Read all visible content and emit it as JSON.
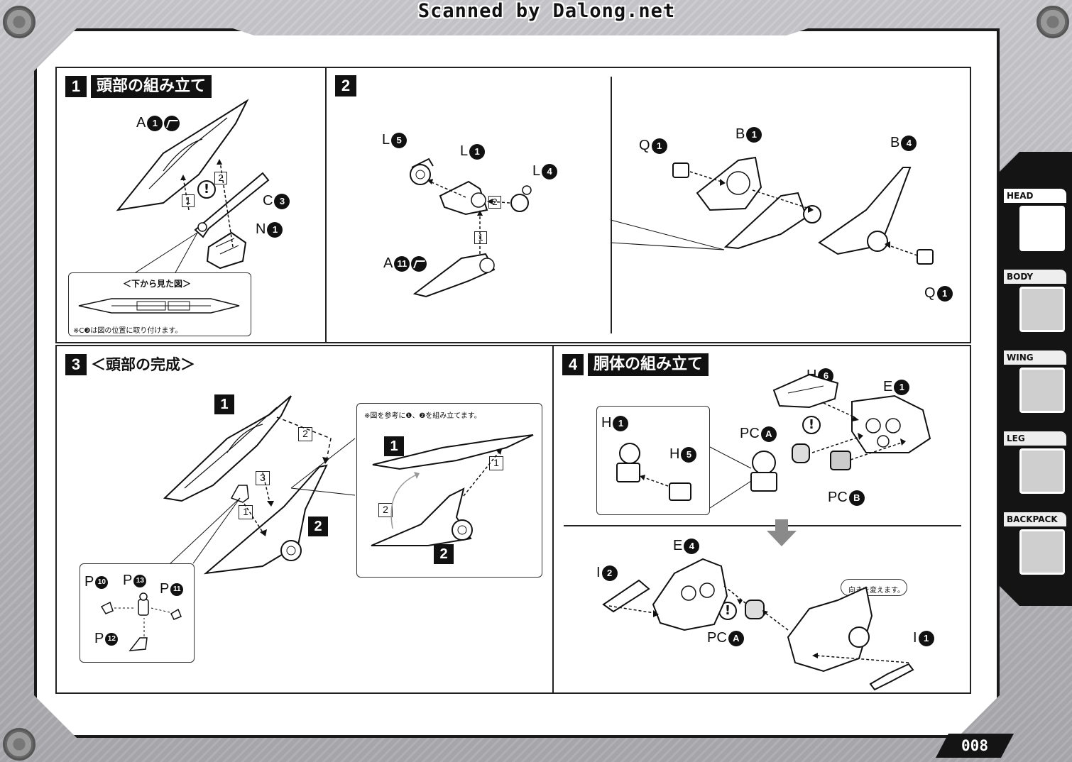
{
  "header": {
    "watermark": "Scanned by Dalong.net"
  },
  "steps": {
    "s1": {
      "number": "1",
      "title": "頭部の組み立て",
      "parts": {
        "a": "A",
        "c": "C",
        "n": "N"
      },
      "nums": {
        "a": "1",
        "c": "3",
        "n": "1"
      },
      "seq": [
        "1",
        "2"
      ],
      "warn": "!",
      "caption": "＜下から見た図＞",
      "note": "※C❸は図の位置に取り付けます。"
    },
    "s2": {
      "number": "2",
      "parts": {
        "l5": "L",
        "l1": "L",
        "l4": "L",
        "a11": "A",
        "q1a": "Q",
        "b1": "B",
        "b4": "B",
        "q1b": "Q"
      },
      "nums": {
        "l5": "5",
        "l1": "1",
        "l4": "4",
        "a11": "11",
        "q1a": "1",
        "b1": "1",
        "b4": "4",
        "q1b": "1"
      },
      "seq": [
        "1",
        "2"
      ]
    },
    "s3": {
      "number": "3",
      "title": "＜頭部の完成＞",
      "blocks": [
        "1",
        "2"
      ],
      "seq": [
        "1",
        "2",
        "3"
      ],
      "detail_note": "※図を参考に❶、❷を組み立てます。",
      "detail_blocks": [
        "1",
        "2"
      ],
      "detail_seq": [
        "1",
        "2"
      ],
      "parts": {
        "p10": "P",
        "p13": "P",
        "p11": "P",
        "p12": "P"
      },
      "nums": {
        "p10": "10",
        "p13": "13",
        "p11": "11",
        "p12": "12"
      }
    },
    "s4": {
      "number": "4",
      "title": "胴体の組み立て",
      "parts": {
        "h6": "H",
        "e1": "E",
        "h1": "H",
        "h5": "H",
        "pca1": "PC",
        "pcb": "PC",
        "e4": "E",
        "i2": "I",
        "pca2": "PC",
        "i1": "I"
      },
      "nums": {
        "h6": "6",
        "e1": "1",
        "h1": "1",
        "h5": "5",
        "pca1": "A",
        "pcb": "B",
        "e4": "4",
        "i2": "2",
        "pca2": "A",
        "i1": "1"
      },
      "warn": "!",
      "callout": "向きを変えます。"
    }
  },
  "tabs": [
    {
      "label": "HEAD",
      "icon": "head-part-icon",
      "active": true
    },
    {
      "label": "BODY",
      "icon": "body-part-icon",
      "active": false
    },
    {
      "label": "WING",
      "icon": "wing-part-icon",
      "active": false
    },
    {
      "label": "LEG",
      "icon": "leg-part-icon",
      "active": false
    },
    {
      "label": "BACKPACK",
      "icon": "backpack-part-icon",
      "active": false
    }
  ],
  "footer": {
    "page_number": "008"
  },
  "colors": {
    "ink": "#111111",
    "paper": "#ffffff",
    "frame": "#b9b9bd",
    "tab": "#141414"
  }
}
